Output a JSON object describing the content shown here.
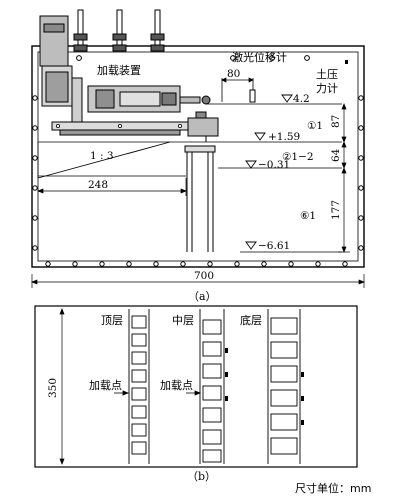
{
  "panel_a": {
    "loading_device": "加载装置",
    "laser_displacement_meter": "激光位移计",
    "earth_pressure_gauge": "土压\n力计",
    "slope_ratio": "1 : 3",
    "dim_80": "80",
    "dim_248": "248",
    "dim_700": "700",
    "dim_87": "87",
    "dim_64": "64",
    "dim_177": "177",
    "level_top": "4.2",
    "level_1": "+1.59",
    "level_2": "−0.31",
    "level_3": "−6.61",
    "layer_1": "①1",
    "layer_2": "②1−2",
    "layer_3": "⑥1",
    "caption": "（a）"
  },
  "panel_b": {
    "top_layer": "顶层",
    "middle_layer": "中层",
    "bottom_layer": "底层",
    "load_point_left": "加载点",
    "load_point_mid": "加载点",
    "dim_350": "350",
    "caption": "（b）"
  },
  "unit_note": "尺寸单位：mm",
  "colors": {
    "line": "#000000",
    "background": "#ffffff"
  }
}
